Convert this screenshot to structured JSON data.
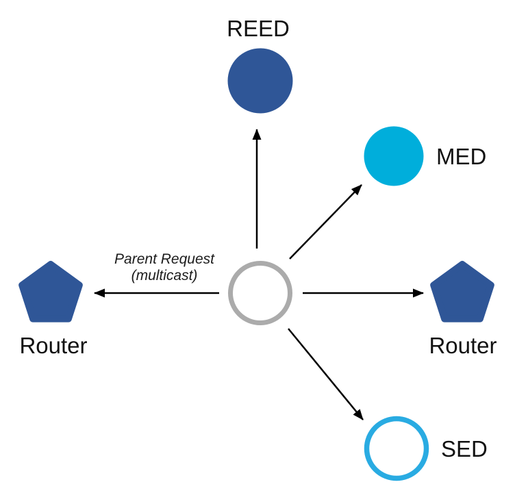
{
  "diagram": {
    "background": "#ffffff",
    "annotation": {
      "line1": "Parent Request",
      "line2": "(multicast)"
    },
    "nodes": {
      "reed": {
        "label": "REED",
        "color": "#2F5697",
        "shape": "filled-circle"
      },
      "med": {
        "label": "MED",
        "color": "#00AEDB",
        "shape": "filled-circle"
      },
      "sed": {
        "label": "SED",
        "color": "#29ABE2",
        "shape": "outlined-circle"
      },
      "router_left": {
        "label": "Router",
        "color": "#2F5697",
        "shape": "pentagon"
      },
      "router_right": {
        "label": "Router",
        "color": "#2F5697",
        "shape": "pentagon"
      },
      "center": {
        "label": "",
        "color": "#ABABAB",
        "shape": "outlined-circle"
      }
    },
    "arrows": {
      "color": "#000000",
      "targets": [
        "REED",
        "MED",
        "Router (right)",
        "Router (left)",
        "SED"
      ]
    }
  }
}
